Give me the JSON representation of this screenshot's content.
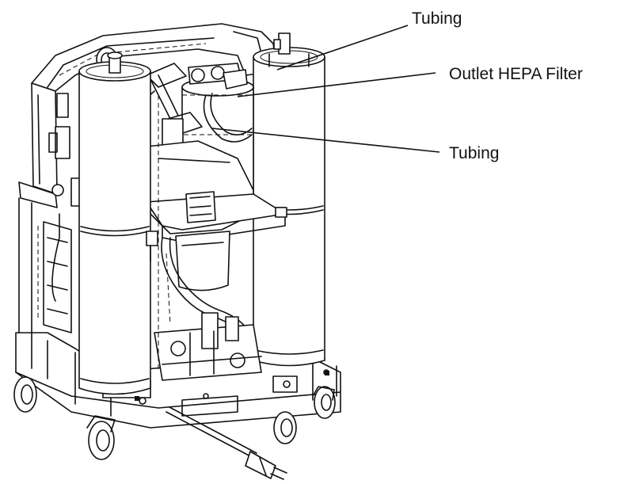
{
  "labels": {
    "tubing_top": "Tubing",
    "outlet_hepa_filter": "Outlet HEPA Filter",
    "tubing_middle": "Tubing"
  }
}
